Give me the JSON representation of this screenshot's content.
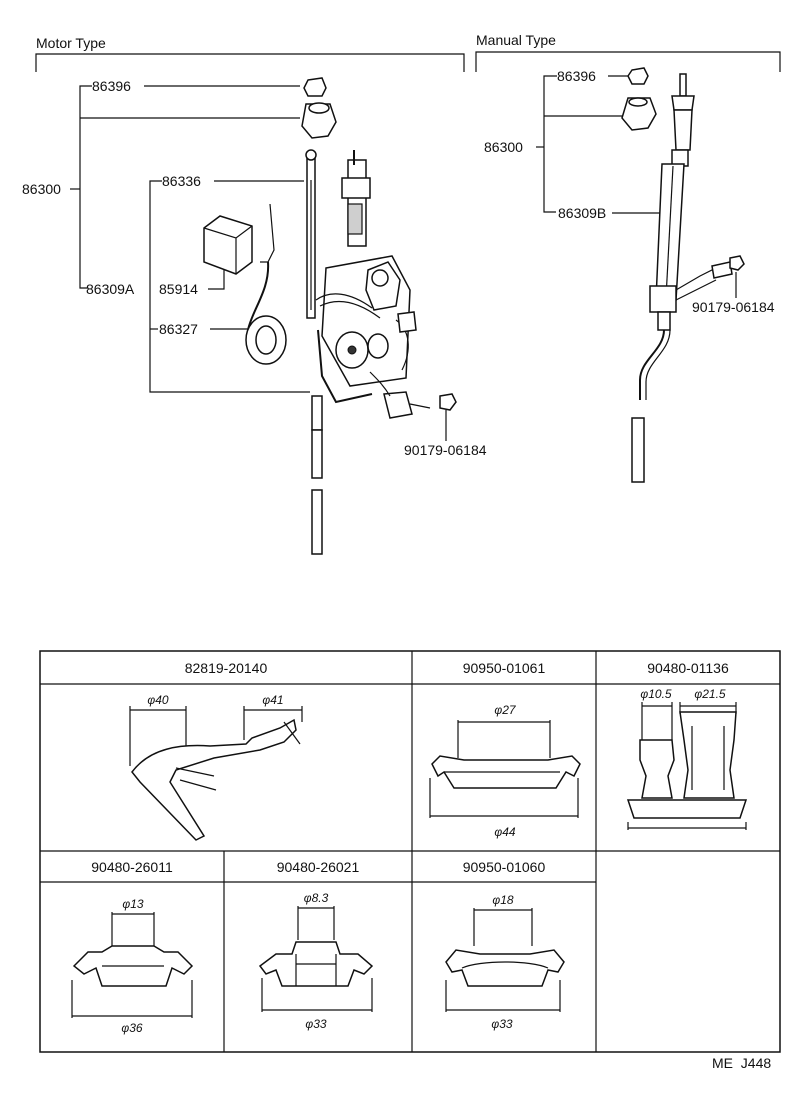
{
  "sections": {
    "motor_type": "Motor Type",
    "manual_type": "Manual Type"
  },
  "motor_callouts": {
    "p86396": "86396",
    "p86300": "86300",
    "p86336": "86336",
    "p86309A": "86309A",
    "p85914": "85914",
    "p86327": "86327",
    "p90179": "90179-06184"
  },
  "manual_callouts": {
    "p86396": "86396",
    "p86300": "86300",
    "p86309B": "86309B",
    "p90179": "90179-06184"
  },
  "table": {
    "cells": [
      {
        "part": "82819-20140",
        "dims": [
          "φ40",
          "φ41"
        ]
      },
      {
        "part": "90950-01061",
        "dims": [
          "φ27",
          "φ44"
        ]
      },
      {
        "part": "90480-01136",
        "dims": [
          "φ10.5",
          "φ21.5"
        ]
      },
      {
        "part": "90480-26011",
        "dims": [
          "φ13",
          "φ36"
        ]
      },
      {
        "part": "90480-26021",
        "dims": [
          "φ8.3",
          "φ33"
        ]
      },
      {
        "part": "90950-01060",
        "dims": [
          "φ18",
          "φ33"
        ]
      }
    ]
  },
  "footer_code": "ME  J448"
}
